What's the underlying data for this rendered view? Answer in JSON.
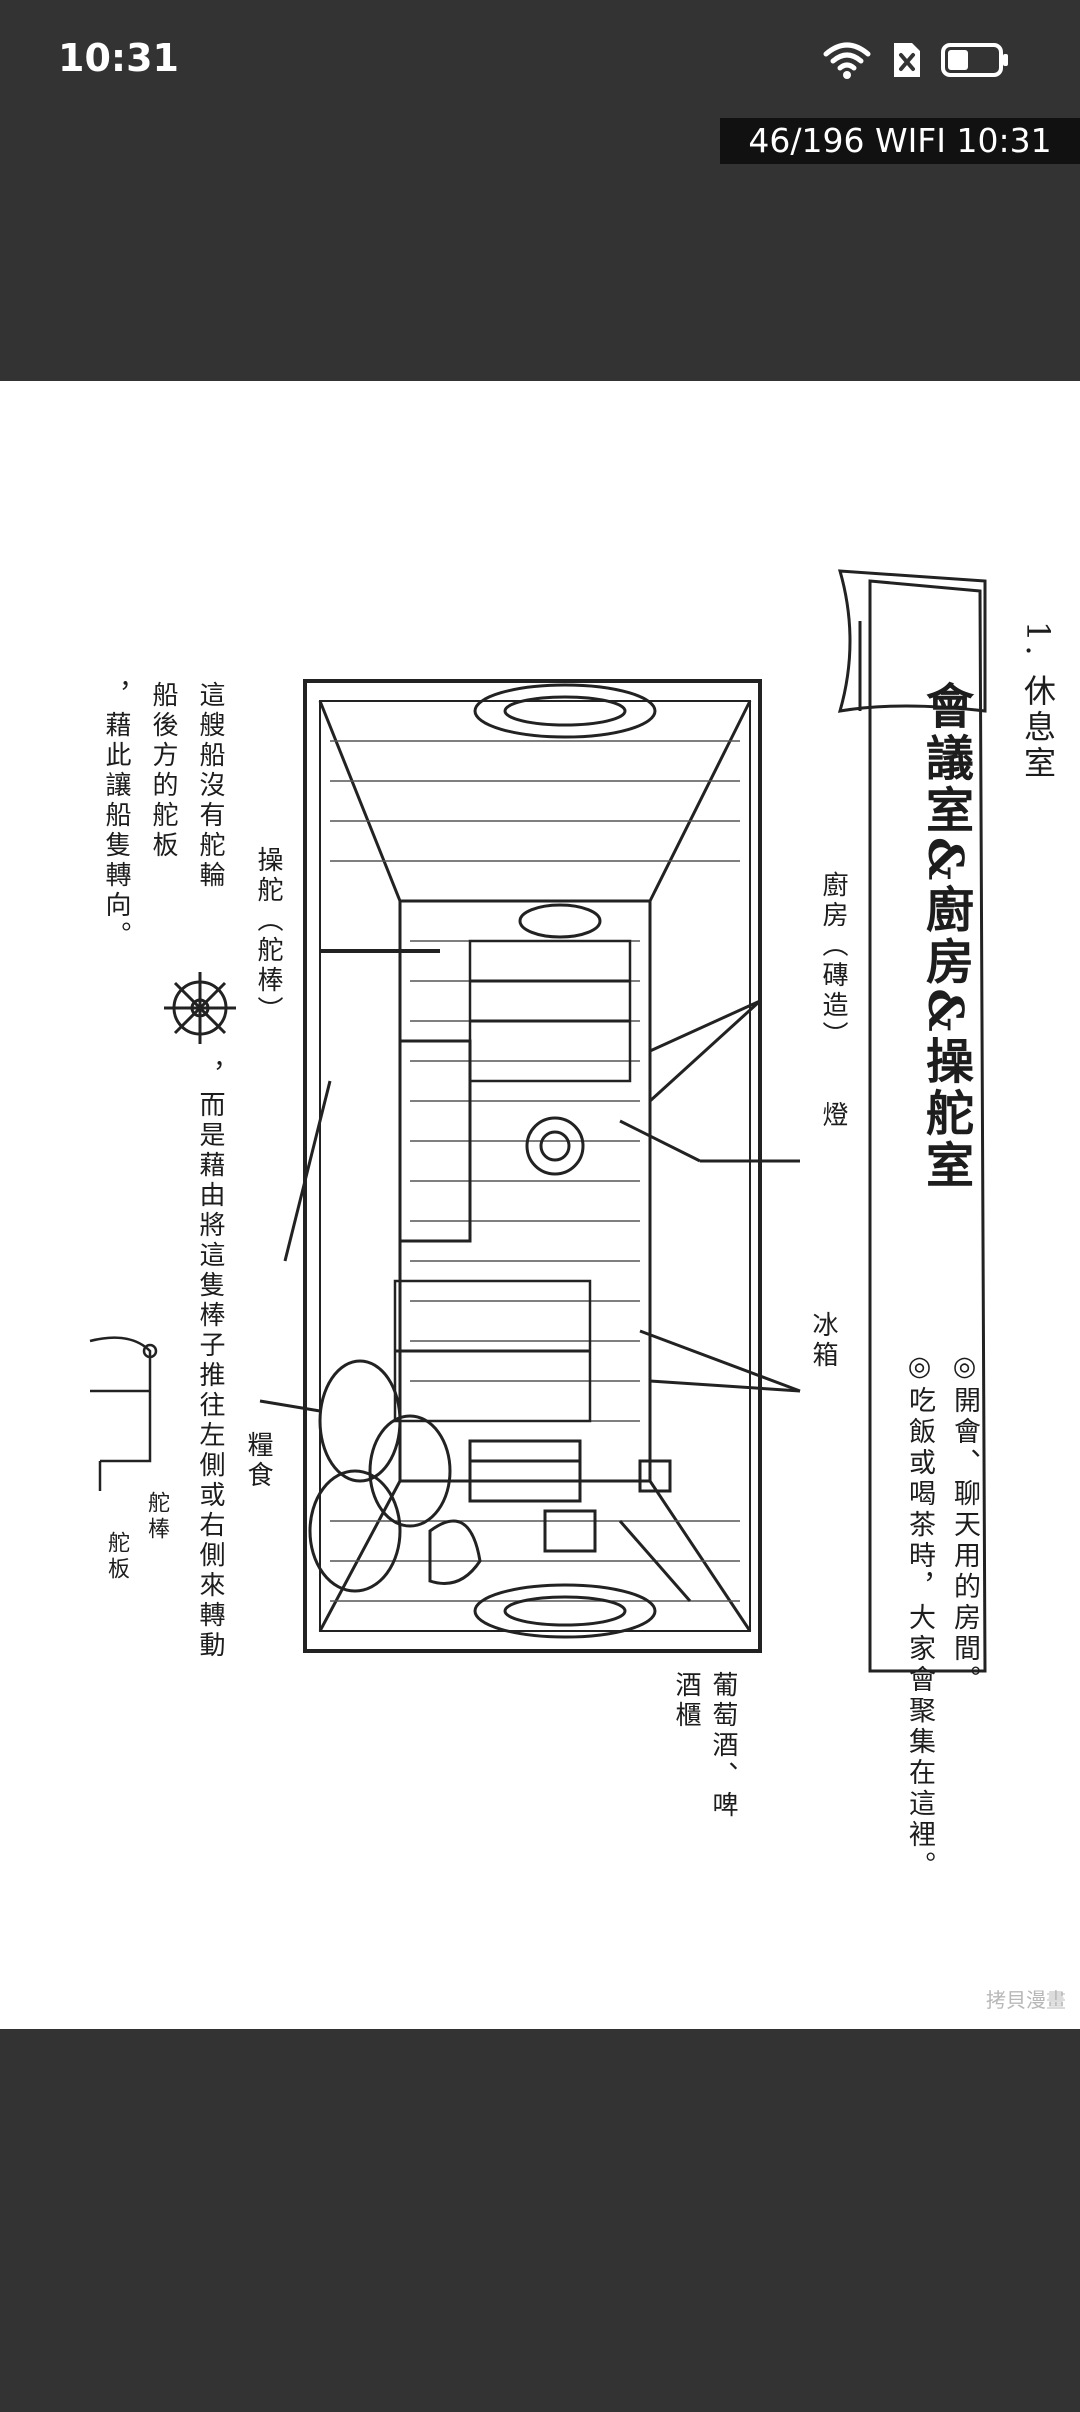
{
  "status_bar": {
    "time": "10:31",
    "icons": [
      "wifi-icon",
      "sim-blocked-icon",
      "battery-icon"
    ]
  },
  "reader": {
    "indicator": "46/196  WIFI  10:31"
  },
  "page": {
    "section": "1. 休息室",
    "banner_title": "會議室&廚房&操舵室",
    "note1": "◎開會、聊天用的房間。",
    "note2": "◎吃飯或喝茶時，大家會聚集在這裡。",
    "label_kitchen": "廚房（磚造）",
    "label_lamp": "燈",
    "label_fridge": "冰箱",
    "label_wine": "葡萄酒、啤酒櫃",
    "label_food": "糧食",
    "label_helm": "操舵（舵棒）",
    "desc_line1": "這艘船沒有舵輪",
    "desc_line1b": "，而是藉由將這隻棒子推往左側或右側來轉動",
    "desc_line2": "船後方的舵板",
    "desc_line3": "，藉此讓船隻轉向。",
    "label_tiller": "舵棒",
    "label_rudder": "舵板",
    "watermark": "拷貝漫畫"
  }
}
